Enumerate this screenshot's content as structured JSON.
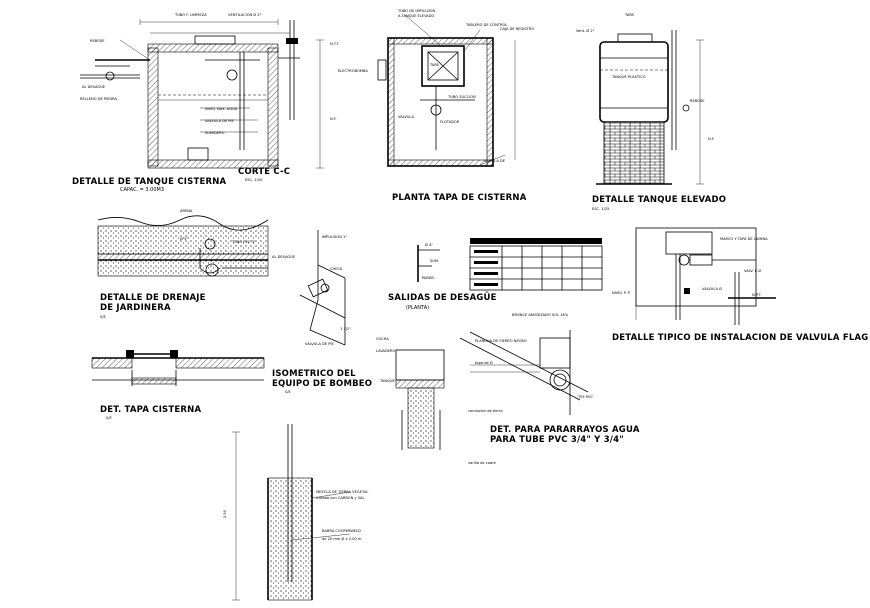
{
  "sheet": {
    "detail_tanque_cisterna": {
      "title": "DETALLE DE TANQUE CISTERNA",
      "subtitle": "CAPAC. = 3.00M3",
      "section_title": "CORTE C-C",
      "section_scale": "ESC. 1/50"
    },
    "planta_tapa": {
      "title": "PLANTA TAPA DE CISTERNA"
    },
    "tanque_elevado": {
      "title": "DETALLE TANQUE ELEVADO",
      "scale": "ESC. 1/25"
    },
    "drenaje": {
      "title_line1": "DETALLE DE DRENAJE",
      "title_line2": "DE JARDINERA",
      "scale": "S/E",
      "tag": "AL DESAGÜE"
    },
    "isometrico": {
      "title_line1": "ISOMETRICO DEL",
      "title_line2": "EQUIPO DE BOMBEO",
      "scale": "S/E"
    },
    "salidas": {
      "title": "SALIDAS DE DESAGÜE",
      "subtitle": "(PLANTA)"
    },
    "tapa_cisterna": {
      "title": "DET. TAPA CISTERNA",
      "scale": "S/E"
    },
    "valvula_flag": {
      "title": "DETALLE TIPICO DE INSTALACION DE VALVULA FLAG"
    },
    "pararrayo": {
      "title_line1": "DET. PARA PARARRAYOS AGUA",
      "title_line2": "PARA TUBE PVC 3/4\" Y 3/4\"",
      "note1": "conductor de tierra",
      "note2": "varilla de cobre"
    },
    "pozo_tierra": {
      "label1_line1": "MEZCLA DE TIERRA VEGETAL",
      "label1_line2": "tratado con CARBON y SAL",
      "label2_line1": "BARRA COOPERWELD",
      "label2_line2": "de 20 mm Ø x 2.00 m",
      "dimension": "2.50"
    }
  }
}
